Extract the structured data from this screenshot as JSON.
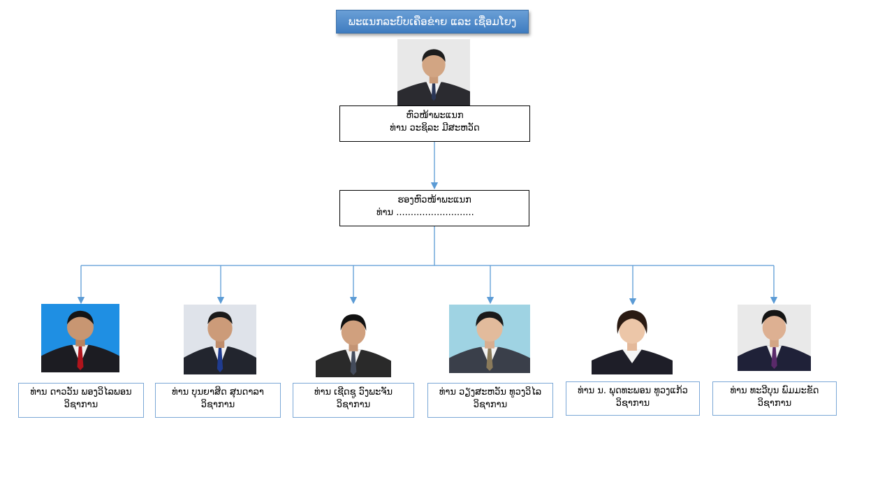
{
  "title": "ພະແນກລະບົບເຄືອຂ່າຍ ແລະ ເຊື່ອມໂຍງ",
  "head": {
    "role": "ຫົວໜ້າພະແນກ",
    "name": "ທ່ານ ວະຊິລະ ມີສະຫວັດ",
    "photo": "person-photo"
  },
  "deputy": {
    "role": "ຮອງຫົວໜ້າພະແນກ",
    "name": "ທ່ານ ..........................."
  },
  "staff": [
    {
      "name": "ທ່ານ ດາວວັນ ພອງວິໄລພອນ",
      "role": "ວິຊາການ",
      "photo": "person-photo"
    },
    {
      "name": "ທ່ານ ບຸນຍາສິດ ສຸນດາລາ",
      "role": "ວິຊາການ",
      "photo": "person-photo"
    },
    {
      "name": "ທ່ານ ເຊີດຊູ ວົງພະຈັນ",
      "role": "ວິຊາການ",
      "photo": "person-photo"
    },
    {
      "name": "ທ່ານ ວຽງສະຫວັນ ທູວງວິໄລ",
      "role": "ວິຊາການ",
      "photo": "person-photo"
    },
    {
      "name": "ທ່ານ ນ. ພຸດທະພອນ ທູວງແກ້ວ",
      "role": "ວິຊາການ",
      "photo": "person-photo"
    },
    {
      "name": "ທ່ານ ທະວີບຸນ ພົມມະຂັດ",
      "role": "ວິຊາການ",
      "photo": "person-photo"
    }
  ],
  "colors": {
    "title_bg": "#4a86c8",
    "connector": "#5b9bd5",
    "staff_border": "#7aa7d6"
  }
}
